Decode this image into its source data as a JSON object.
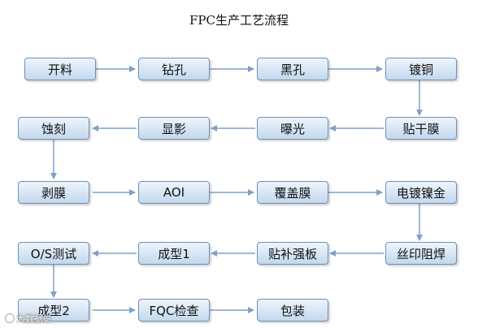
{
  "title": "FPC生产工艺流程",
  "steps": [
    "开料",
    "钻孔",
    "黑孔",
    "镀铜",
    "贴干膜",
    "曝光",
    "显影",
    "蚀刻",
    "剥膜",
    "AOI",
    "覆盖膜",
    "电镀镍金",
    "丝印阻焊",
    "贴补强板",
    "成型1",
    "O/S测试",
    "成型2",
    "FQC检查",
    "包装"
  ],
  "watermark": "大数据说",
  "colors": {
    "box_border": "#6f8fb5",
    "box_top": "#eef5fc",
    "box_bottom": "#c3d8ee",
    "arrow": "#7fa0c6"
  }
}
